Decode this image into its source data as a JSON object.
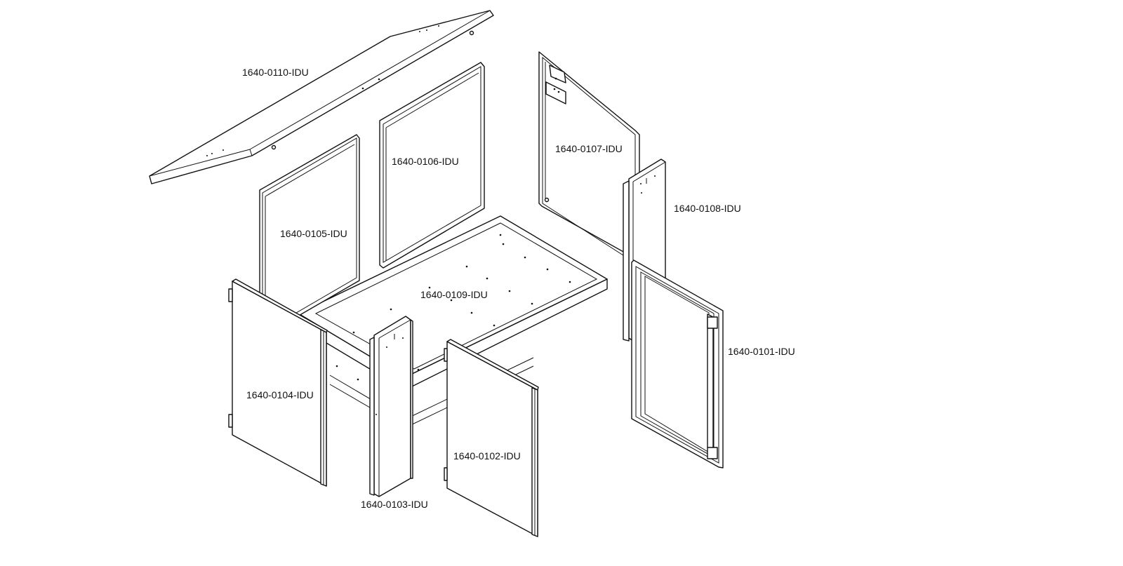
{
  "labels": {
    "p0110": "1640-0110-IDU",
    "p0106": "1640-0106-IDU",
    "p0107": "1640-0107-IDU",
    "p0108": "1640-0108-IDU",
    "p0105": "1640-0105-IDU",
    "p0109": "1640-0109-IDU",
    "p0101": "1640-0101-IDU",
    "p0104": "1640-0104-IDU",
    "p0103": "1640-0103-IDU",
    "p0102": "1640-0102-IDU"
  }
}
